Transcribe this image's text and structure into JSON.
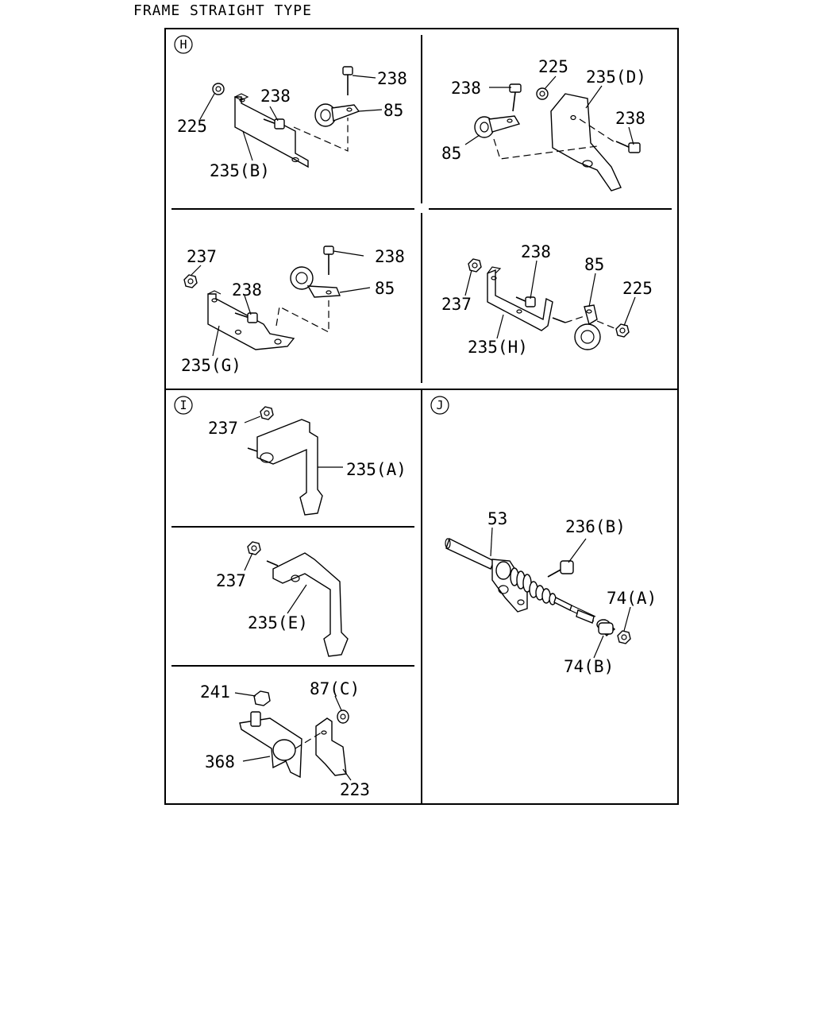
{
  "title": "FRAME STRAIGHT TYPE",
  "sections": {
    "H": "H",
    "I": "I",
    "J": "J"
  },
  "callouts": {
    "h1": {
      "p238_top": "238",
      "p238_mid": "238",
      "p85": "85",
      "p225": "225",
      "p235B": "235(B)"
    },
    "h2": {
      "p238_left": "238",
      "p225": "225",
      "p235D": "235(D)",
      "p238_right": "238",
      "p85": "85"
    },
    "h3": {
      "p237": "237",
      "p238_top": "238",
      "p238_mid": "238",
      "p85": "85",
      "p235G": "235(G)"
    },
    "h4": {
      "p238": "238",
      "p237": "237",
      "p85": "85",
      "p225": "225",
      "p235H": "235(H)"
    },
    "i1": {
      "p237": "237",
      "p235A": "235(A)"
    },
    "i2": {
      "p237": "237",
      "p235E": "235(E)"
    },
    "i3": {
      "p241": "241",
      "p87C": "87(C)",
      "p368": "368",
      "p223": "223"
    },
    "j": {
      "p53": "53",
      "p236B": "236(B)",
      "p74A": "74(A)",
      "p74B": "74(B)"
    }
  }
}
